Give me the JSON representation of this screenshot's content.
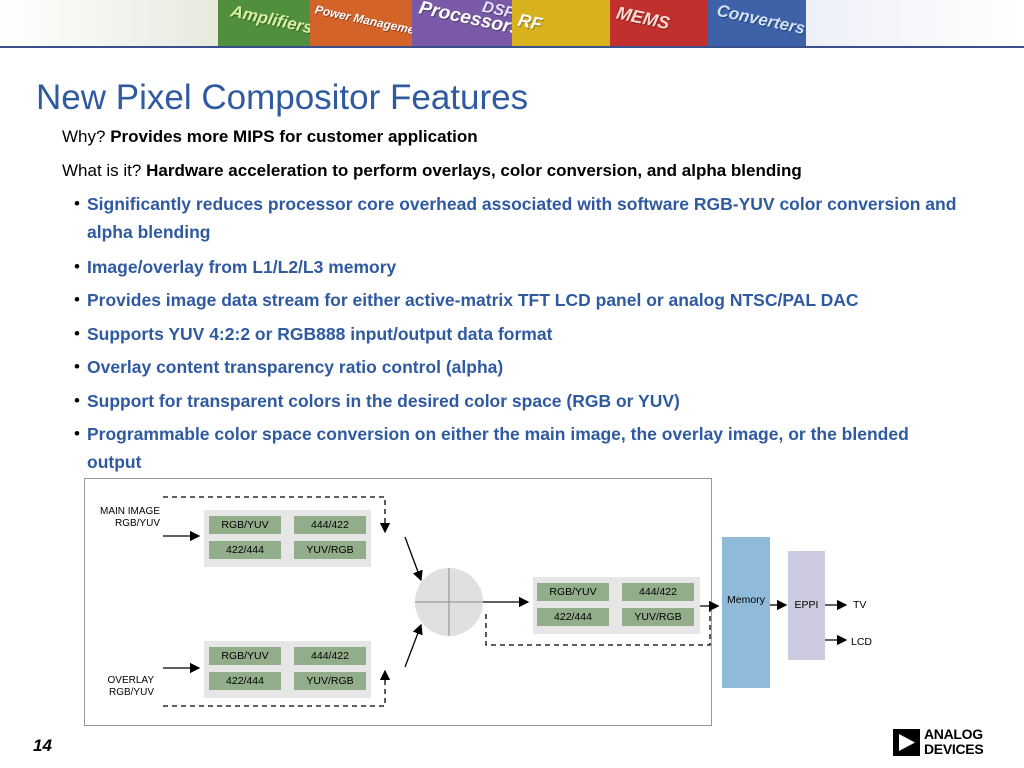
{
  "banner": {
    "tiles": [
      "Amplifiers",
      "Power Management",
      "Processors",
      "DSP",
      "RF",
      "MEMS",
      "Converters"
    ]
  },
  "slide": {
    "title": "New Pixel Compositor Features",
    "why_label": "Why?",
    "why_text": "Provides more MIPS for customer application",
    "what_label": "What is it?",
    "what_text": "Hardware acceleration to perform overlays, color conversion, and alpha blending",
    "bullets": [
      "Significantly reduces processor core overhead associated with software RGB-YUV color conversion and alpha blending",
      "Image/overlay from L1/L2/L3 memory",
      "Provides image data stream for either active-matrix TFT LCD panel or analog NTSC/PAL DAC",
      "Supports YUV 4:2:2 or RGB888 input/output data format",
      "Overlay content transparency ratio control (alpha)",
      "Support for transparent colors in the desired color space (RGB or YUV)",
      "Programmable color space conversion on either the main image, the overlay image, or the blended output"
    ]
  },
  "diagram": {
    "main_image_label": "MAIN IMAGE",
    "main_image_sub": "RGB/YUV",
    "overlay_label": "OVERLAY",
    "overlay_sub": "RGB/YUV",
    "chip_rgb_yuv": "RGB/YUV",
    "chip_444_422": "444/422",
    "chip_422_444": "422/444",
    "chip_yuv_rgb": "YUV/RGB",
    "memory_label": "Memory",
    "eppi_label": "EPPI",
    "tv_label": "TV",
    "lcd_label": "LCD"
  },
  "footer": {
    "page_number": "14",
    "logo_line1": "ANALOG",
    "logo_line2": "DEVICES"
  },
  "colors": {
    "title": "#2f5aa0",
    "bullet_text": "#2f5aa0",
    "chip_green": "#92ad8a",
    "memory_blue": "#8fbad9",
    "eppi_lavender": "#cdcbe0"
  }
}
